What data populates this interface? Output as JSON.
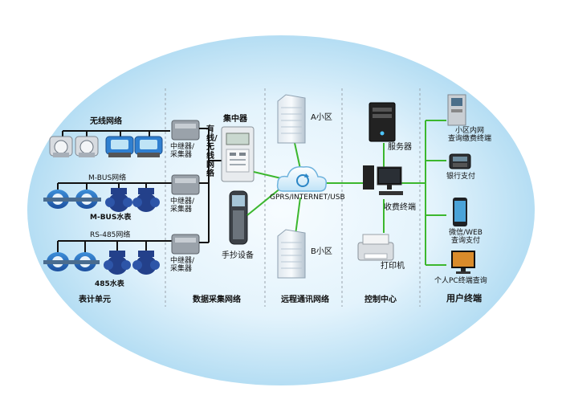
{
  "meters": {
    "wireless_network": "无线网络",
    "mbus_network": "M-BUS网络",
    "mbus_meter": "M-BUS水表",
    "rs485_network": "RS-485网络",
    "rs485_meter": "485水表"
  },
  "acquisition": {
    "relay_1": "中继器/\n采集器",
    "relay_2": "中继器/\n采集器",
    "relay_3": "中继器/\n采集器",
    "wired_wireless": "有线/无线网络",
    "concentrator": "集中器",
    "handheld": "手抄设备"
  },
  "remote": {
    "area_a": "A小区",
    "area_b": "B小区",
    "cloud_label": "GPRS/INTERNET/USB"
  },
  "control": {
    "server": "服务器",
    "billing_terminal": "收费终端",
    "printer": "打印机"
  },
  "user": {
    "intranet": "小区内网\n查询缴费终端",
    "bank_pay": "银行支付",
    "wechat_web": "微信/WEB\n查询支付",
    "pc_terminal": "个人PC终端查询"
  },
  "sections": {
    "metering_unit": "表计单元",
    "data_network": "数据采集网络",
    "remote_network": "远程通讯网络",
    "control_center": "控制中心",
    "user_terminal": "用户终端"
  },
  "colors": {
    "ellipse_center": "#f4fbff",
    "ellipse_edge": "#9fd3ef",
    "green_line": "#3cb72e",
    "cable": "#111111",
    "divider": "#9aa4ad"
  }
}
